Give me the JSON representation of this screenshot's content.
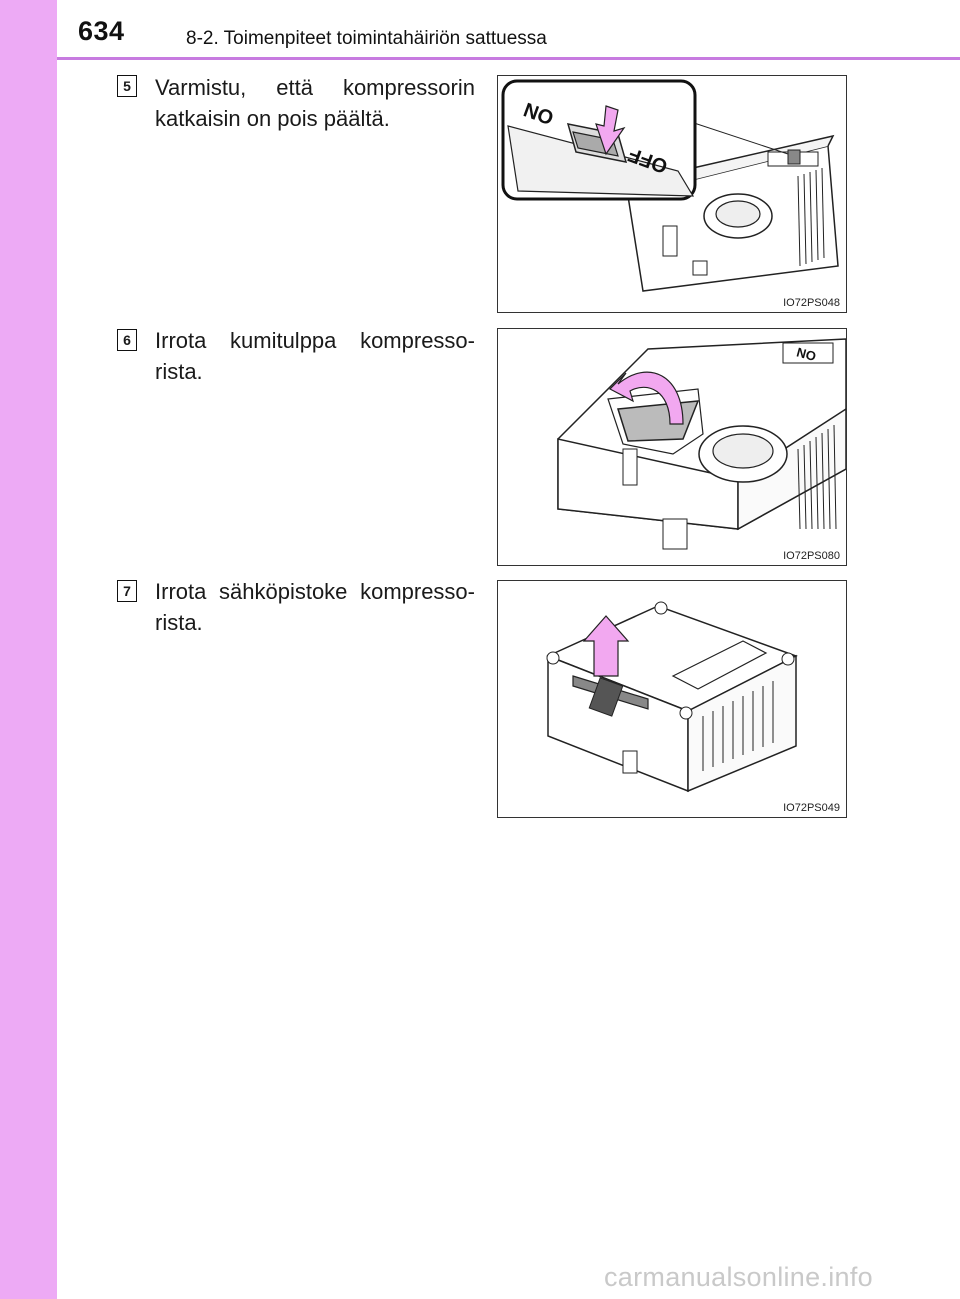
{
  "header": {
    "page_number": "634",
    "section_title": "8-2. Toimenpiteet toimintahäiriön sattuessa"
  },
  "steps": [
    {
      "number": "5",
      "text": "Varmistu, että kompressorin katkaisin on pois päältä.",
      "figure_code": "IO72PS048",
      "switch_labels": [
        "ON",
        "OFF"
      ]
    },
    {
      "number": "6",
      "text": "Irrota kumitulppa kompresso-rista.",
      "figure_code": "IO72PS080",
      "switch_labels": [
        "ON"
      ]
    },
    {
      "number": "7",
      "text": "Irrota sähköpistoke kompresso-rista.",
      "figure_code": "IO72PS049"
    }
  ],
  "watermark": "carmanualsonline.info",
  "colors": {
    "sidebar": "#edaaf5",
    "header_rule": "#c77be0",
    "arrow": "#f2a8f0"
  }
}
